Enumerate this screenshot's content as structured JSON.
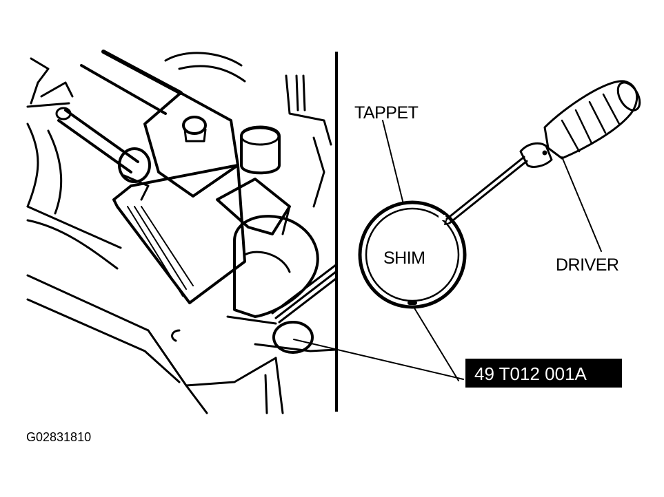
{
  "labels": {
    "tappet": "TAPPET",
    "shim": "SHIM",
    "driver": "DRIVER",
    "tool_number": "49 T012 001A",
    "figure_id": "G02831810"
  },
  "colors": {
    "ink": "#000000",
    "paper": "#ffffff",
    "tag_background": "#000000",
    "tag_text": "#ffffff"
  }
}
